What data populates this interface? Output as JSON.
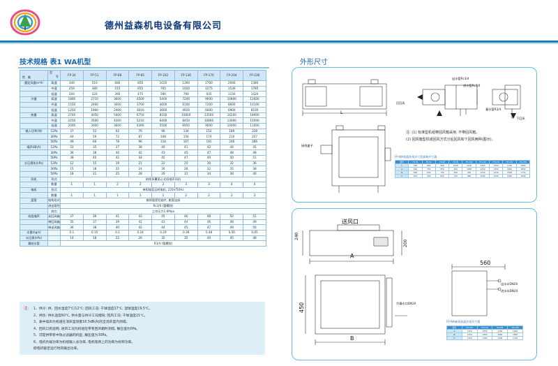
{
  "header": {
    "company": "德州益森机电设备有限公司",
    "accent": "#0e7ec6",
    "brand_dark": "#0d3a7a"
  },
  "left": {
    "title": "技术规格 表1 WA机型",
    "corner_top": "型",
    "corner_num": "号",
    "corner_left": "性",
    "corner_mid": "能",
    "models": [
      "FP-34",
      "FP-51",
      "FP-68",
      "FP-85",
      "FP-102",
      "FP-136",
      "FP-170",
      "FP-204",
      "FP-238"
    ],
    "rows": [
      {
        "g": "额定风量m³/h",
        "s": "高速",
        "v": [
          "340",
          "510",
          "680",
          "850",
          "1020",
          "1360",
          "1700",
          "2040",
          "2380"
        ]
      },
      {
        "g": "",
        "s": "中速",
        "v": [
          "250",
          "380",
          "515",
          "655",
          "765",
          "1020",
          "1275",
          "1530",
          "1785"
        ]
      },
      {
        "g": "",
        "s": "低速",
        "v": [
          "200",
          "320",
          "390",
          "475",
          "590",
          "790",
          "935",
          "1150",
          "1420"
        ]
      },
      {
        "g": "冷量",
        "s": "高速",
        "v": [
          "1800",
          "2710",
          "3600",
          "4500",
          "5400",
          "7200",
          "9000",
          "10800",
          "12600"
        ]
      },
      {
        "g": "",
        "s": "中速",
        "v": [
          "1550",
          "2400",
          "3000",
          "3700",
          "4600",
          "6100",
          "7200",
          "8600",
          "10100"
        ]
      },
      {
        "g": "",
        "s": "低速",
        "v": [
          "1250",
          "1900",
          "2400",
          "3010",
          "3660",
          "4920",
          "6000",
          "6900",
          "8100"
        ]
      },
      {
        "g": "热量",
        "s": "高速",
        "v": [
          "2700",
          "4050",
          "5400",
          "6750",
          "8100",
          "10800",
          "13500",
          "16200",
          "18900"
        ]
      },
      {
        "g": "",
        "s": "中速",
        "v": [
          "2250",
          "3500",
          "4300",
          "5210",
          "6400",
          "8450",
          "10800",
          "13000",
          "15000"
        ]
      },
      {
        "g": "",
        "s": "低速",
        "v": [
          "2000",
          "3000",
          "3600",
          "4390",
          "5500",
          "6950",
          "9000",
          "10000",
          "11600"
        ]
      },
      {
        "g": "输入功率(W)",
        "s": "12Pa",
        "v": [
          "37",
          "52",
          "62",
          "76",
          "96",
          "134",
          "152",
          "189",
          "228"
        ]
      },
      {
        "g": "",
        "s": "30Pa",
        "v": [
          "44",
          "59",
          "72",
          "87",
          "108",
          "156",
          "174",
          "210",
          "257"
        ]
      },
      {
        "g": "",
        "s": "50Pa",
        "v": [
          "49",
          "66",
          "78",
          "96",
          "118",
          "167",
          "191",
          "246",
          "286"
        ]
      },
      {
        "g": "噪声dB(A)",
        "s": "12Pa",
        "v": [
          "33",
          "35",
          "37",
          "38",
          "40",
          "41",
          "42",
          "44",
          "45"
        ]
      },
      {
        "g": "",
        "s": "30Pa",
        "v": [
          "36",
          "38",
          "40",
          "42",
          "43",
          "45",
          "47",
          "48",
          "49"
        ]
      },
      {
        "g": "",
        "s": "50Pa",
        "v": [
          "38",
          "40",
          "42",
          "44",
          "45",
          "47",
          "49",
          "50",
          "51"
        ]
      },
      {
        "g": "水压损失(kPa)",
        "s": "12Pa",
        "v": [
          "12",
          "15",
          "19",
          "21",
          "22",
          "25",
          "30",
          "32",
          "36"
        ]
      },
      {
        "g": "",
        "s": "30Pa",
        "v": [
          "15",
          "18",
          "22",
          "24",
          "26",
          "28",
          "32",
          "35",
          "38"
        ]
      },
      {
        "g": "",
        "s": "50Pa",
        "v": [
          "18",
          "21",
          "25",
          "28",
          "29",
          "31",
          "34",
          "38",
          "40"
        ]
      },
      {
        "g": "风机",
        "s": "形式",
        "v": [
          "",
          "",
          "",
          "",
          "",
          "",
          "",
          "",
          ""
        ]
      },
      {
        "g": "",
        "s": "数量",
        "v": [
          "1",
          "1",
          "2",
          "2",
          "2",
          "3",
          "3",
          "4",
          "4"
        ]
      },
      {
        "g": "电机",
        "s": "形式",
        "v": [
          "",
          "",
          "",
          "",
          "",
          "",
          "",
          "",
          ""
        ]
      },
      {
        "g": "",
        "s": "数量",
        "v": [
          "1",
          "1",
          "1",
          "1",
          "1",
          "2",
          "2",
          "2",
          "2"
        ]
      },
      {
        "g": "盘管",
        "s": "结构形式",
        "v": [
          "",
          "",
          "",
          "",
          "",
          "",
          "",
          "",
          ""
        ]
      },
      {
        "g": "",
        "s": "进出管径",
        "v": [
          "",
          "",
          "",
          "",
          "",
          "",
          "",
          "",
          ""
        ]
      },
      {
        "g": "",
        "s": "其它",
        "v": [
          "",
          "",
          "",
          "",
          "",
          "",
          "",
          "",
          ""
        ]
      },
      {
        "g": "机组噪声",
        "s": "无回风箱",
        "v": [
          "37",
          "39",
          "41",
          "43",
          "45",
          "46",
          "48",
          "50",
          "51"
        ]
      },
      {
        "g": "",
        "s": "带回风箱",
        "v": [
          "35",
          "37",
          "39",
          "41",
          "43",
          "44",
          "46",
          "48",
          "49"
        ]
      },
      {
        "g": "",
        "s": "带送风箱",
        "v": [
          "36",
          "38",
          "40",
          "42",
          "44",
          "45",
          "47",
          "49",
          "50"
        ]
      },
      {
        "g": "水量(kg/s)",
        "s": "",
        "v": [
          "0.1",
          "0.15",
          "0.2",
          "0.24",
          "0.29",
          "0.38",
          "0.48",
          "0.56",
          "0.65"
        ]
      },
      {
        "g": "水压损(kPa)",
        "s": "",
        "v": [
          "14",
          "18",
          "22",
          "26",
          "32",
          "35",
          "40",
          "45",
          "48"
        ]
      },
      {
        "g": "凝结水管",
        "s": "",
        "v": [
          "",
          "",
          "",
          "",
          "",
          "",
          "",
          "",
          ""
        ]
      }
    ],
    "span_texts": {
      "fan_type": "前倾多翼离心式低噪声风机",
      "motor_type": "单相电容运转电机, 220V/50Hz",
      "coil_type": "紫铜管套铝翅片, 胀管连接",
      "pipe": "Rc3/4 (管螺纹)",
      "other": "工作压力1.6Mpa",
      "drain": "R3/4 (管螺纹)"
    },
    "notes_head": "注:",
    "notes": [
      "1、供冷: 供、回水温度7℃/12℃; 回风工况: 干球温度27℃, 湿球温度19.5℃。",
      "2、供热: 供水温度60℃, 供水量与供冷工况相同; 回风工况: 干球温度21℃。",
      "3、表中噪声为机组在消声室测量16.5dB(A)的全消声室内测得。",
      "4、回风口有滤网, 进风工况为机组在带有回风箱时测得, 静压值为0Pa。",
      "5、可提供带有中效过滤器的机型, 静压值为30Pa。",
      "6、电机负载功率为机组输入总功率, 电机铭牌上的功率为标称功率。",
      "   即电机额定运行时的输出功率。"
    ]
  },
  "right": {
    "title": "外形尺寸",
    "top_labels": {
      "L": "L",
      "rear_return": "后回风",
      "lower_return": "下回风",
      "supply_temp": "出水管Rc3/4",
      "drain_pipe": "凝水管R3/4",
      "return_pipe": "进水管Rc3/4",
      "wire_box": "接线盒子"
    },
    "note_lines": [
      "注: (1) 标准型机组带回风箱采用, 不带回风箱。",
      "    (2) 回风箱型机组回风方式分后回风和下回风两种(图示)。"
    ],
    "mini1_title": "FP-WA机组外形尺寸及安装尺寸表",
    "mini1_head": [
      "型号",
      "FP-34",
      "FP-51",
      "FP-68",
      "FP-85",
      "FP-102",
      "FP-136",
      "FP-170",
      "FP-204",
      "FP-238"
    ],
    "mini1_rows": [
      [
        "L",
        "720",
        "850",
        "950",
        "1050",
        "1150",
        "1350",
        "1550",
        "1750",
        "1950"
      ],
      [
        "A",
        "620",
        "750",
        "850",
        "950",
        "1050",
        "1250",
        "1450",
        "1650",
        "1850"
      ],
      [
        "B",
        "500",
        "630",
        "730",
        "830",
        "930",
        "1130",
        "1330",
        "1530",
        "1730"
      ],
      [
        "C",
        "460",
        "590",
        "690",
        "790",
        "890",
        "1090",
        "1290",
        "1490",
        "1690"
      ]
    ],
    "bottom_labels": {
      "supply_port": "送风口",
      "A": "A",
      "B": "B",
      "dim_240": "240",
      "dim_200": "200",
      "dim_450": "450",
      "dim_560": "560",
      "out_water": "出水口DN20",
      "in_water": "进水口DN20",
      "drain_port": "冷凝水口DN20"
    },
    "mini2_title": "FP-WA新风机组外形尺寸表",
    "mini2_head": [
      "型号",
      "FP-136",
      "FP-170",
      "FP-204",
      "FP-238"
    ],
    "mini2_rows": [
      [
        "A",
        "1350",
        "1550",
        "1750",
        "1950"
      ],
      [
        "B",
        "1250",
        "1450",
        "1650",
        "1850"
      ],
      [
        "C",
        "1100",
        "1300",
        "1500",
        "1700"
      ]
    ]
  }
}
